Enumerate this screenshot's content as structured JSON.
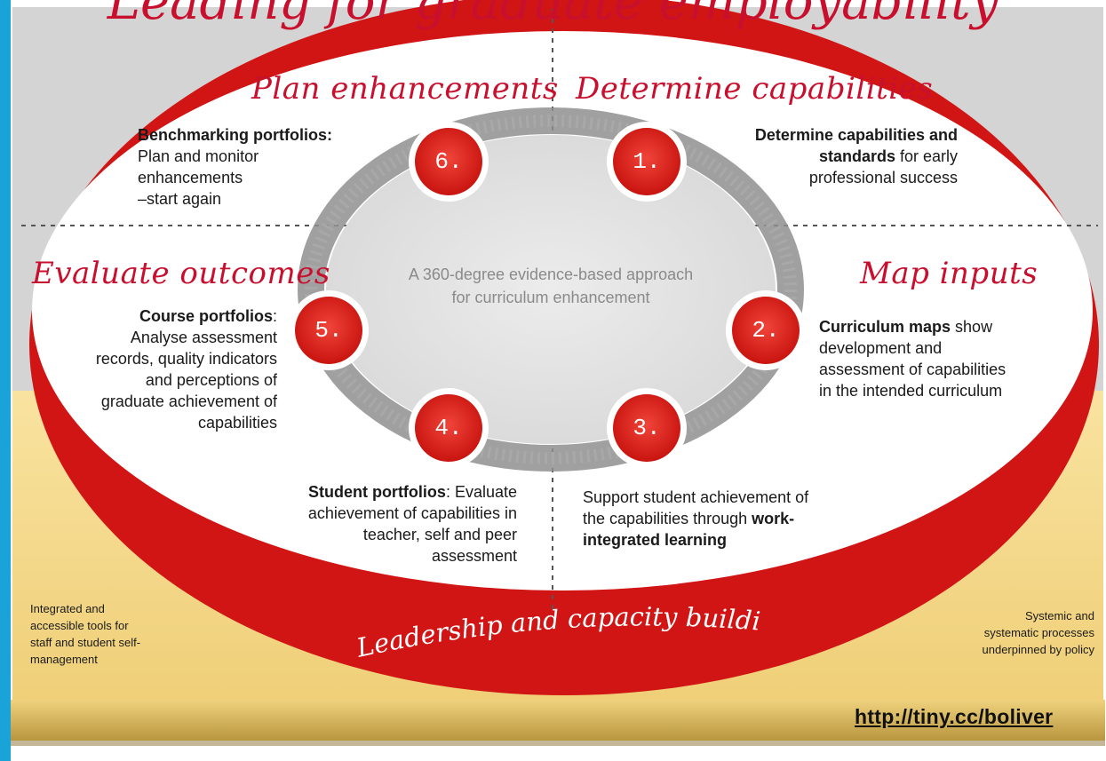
{
  "title": "Leading for graduate employability",
  "phases": {
    "plan": "Plan enhancements",
    "determine": "Determine capabilities",
    "evaluate": "Evaluate outcomes",
    "map": "Map inputs"
  },
  "center_text": {
    "line1": "A 360-degree evidence-based approach",
    "line2": "for curriculum enhancement"
  },
  "badges": [
    "1.",
    "2.",
    "3.",
    "4.",
    "5.",
    "6."
  ],
  "blocks": {
    "b6": {
      "bold": "Benchmarking portfolios:",
      "l1": "Plan and monitor",
      "l2": "enhancements",
      "l3": "–start again"
    },
    "b1": {
      "bold1": "Determine capabilities and",
      "bold2": "standards",
      "rest2": " for early",
      "l3": "professional success"
    },
    "b5": {
      "bold": "Course portfolios",
      "colon": ":",
      "l1": "Analyse assessment",
      "l2": "records, quality indicators",
      "l3": "and perceptions of",
      "l4": "graduate achievement of",
      "l5": "capabilities"
    },
    "b2": {
      "bold": "Curriculum maps",
      "rest1": " show",
      "l2": "development and",
      "l3": "assessment of capabilities",
      "l4": "in the intended curriculum"
    },
    "b4": {
      "bold": "Student portfolios",
      "rest1": ": Evaluate",
      "l2": "achievement of capabilities in",
      "l3": "teacher, self and peer",
      "l4": "assessment"
    },
    "b3": {
      "l1": "Support student achievement of",
      "l2a": "the capabilities through ",
      "l2b": "work-",
      "l3": "integrated learning"
    }
  },
  "leadership": "Leadership and capacity building",
  "left_note": [
    "Integrated and",
    "accessible tools for",
    "staff and student self-",
    "management"
  ],
  "right_note": [
    "Systemic and",
    "systematic processes",
    "underpinned by policy"
  ],
  "url": "http://tiny.cc/boliver",
  "colors": {
    "accent_red": "#c8102e",
    "frame_blue": "#1aa3d9",
    "top_gray": "#d2d2d2",
    "base_yellow": "#f6dc8c",
    "badge_red": "#e0231c"
  }
}
